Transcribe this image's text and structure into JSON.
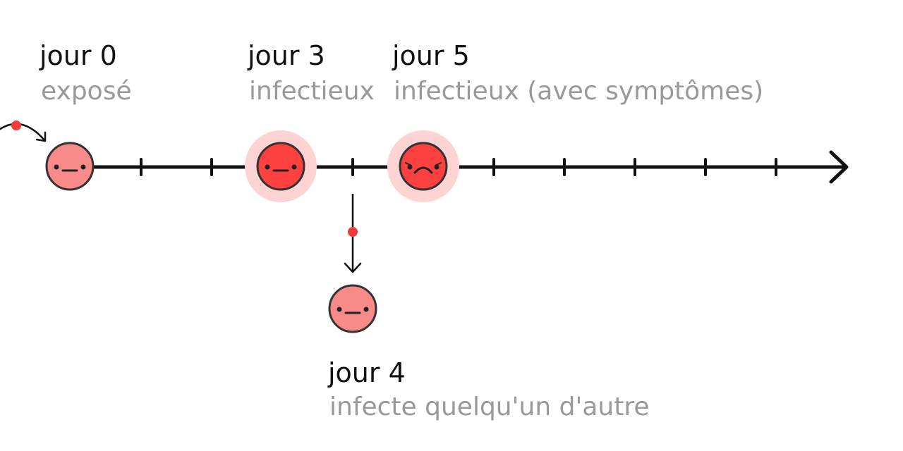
{
  "events": [
    {
      "day": "jour 0",
      "description": "exposé",
      "face": "neutral",
      "glow": false,
      "fill": "#f98a8a"
    },
    {
      "day": "jour 3",
      "description": "infectieux",
      "face": "neutral",
      "glow": true,
      "fill": "#fd4040"
    },
    {
      "day": "jour 5",
      "description": "infectieux (avec symptômes)",
      "face": "sad",
      "glow": true,
      "fill": "#fd4040"
    },
    {
      "day": "jour 4",
      "description": "infecte quelqu'un d'autre",
      "face": "neutral",
      "glow": false,
      "fill": "#f98a8a"
    }
  ],
  "colors": {
    "line": "#111111",
    "virus_dot": "#f43b3b",
    "glow": "#fdd3d3",
    "face_outline": "#333333",
    "day_text": "#111111",
    "desc_text": "#999999"
  }
}
